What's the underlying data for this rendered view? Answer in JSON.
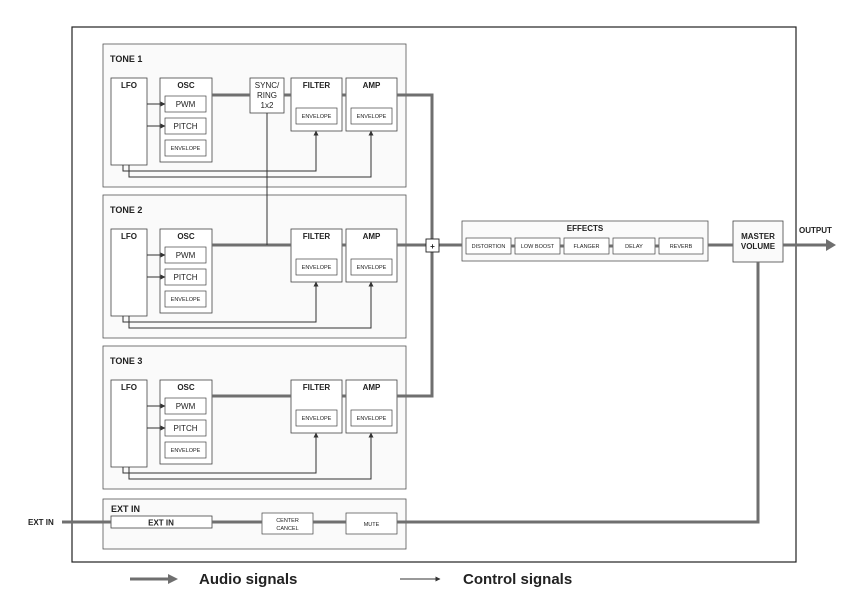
{
  "tones": [
    {
      "title": "TONE 1",
      "lfo": "LFO",
      "osc": "OSC",
      "pwm": "PWM",
      "pitch": "PITCH",
      "osc_envelope": "ENVELOPE",
      "sync_ring": [
        "SYNC/",
        "RING",
        "1x2"
      ],
      "filter": "FILTER",
      "filter_envelope": "ENVELOPE",
      "amp": "AMP",
      "amp_envelope": "ENVELOPE"
    },
    {
      "title": "TONE 2",
      "lfo": "LFO",
      "osc": "OSC",
      "pwm": "PWM",
      "pitch": "PITCH",
      "osc_envelope": "ENVELOPE",
      "filter": "FILTER",
      "filter_envelope": "ENVELOPE",
      "amp": "AMP",
      "amp_envelope": "ENVELOPE"
    },
    {
      "title": "TONE 3",
      "lfo": "LFO",
      "osc": "OSC",
      "pwm": "PWM",
      "pitch": "PITCH",
      "osc_envelope": "ENVELOPE",
      "filter": "FILTER",
      "filter_envelope": "ENVELOPE",
      "amp": "AMP",
      "amp_envelope": "ENVELOPE"
    }
  ],
  "mixer_symbol": "+",
  "effects": {
    "title": "EFFECTS",
    "units": [
      "DISTORTION",
      "LOW BOOST",
      "FLANGER",
      "DELAY",
      "REVERB"
    ]
  },
  "master_volume": [
    "MASTER",
    "VOLUME"
  ],
  "output_label": "OUTPUT",
  "ext_in": {
    "section_title": "EXT IN",
    "input_label": "EXT IN",
    "box_label": "EXT IN",
    "center_cancel": [
      "CENTER",
      "CANCEL"
    ],
    "mute": "MUTE"
  },
  "legend": {
    "audio": "Audio signals",
    "control": "Control signals"
  },
  "colors": {
    "audio_line": "#6f6f6f",
    "panel_stroke": "#555555",
    "control_line": "#333333"
  }
}
